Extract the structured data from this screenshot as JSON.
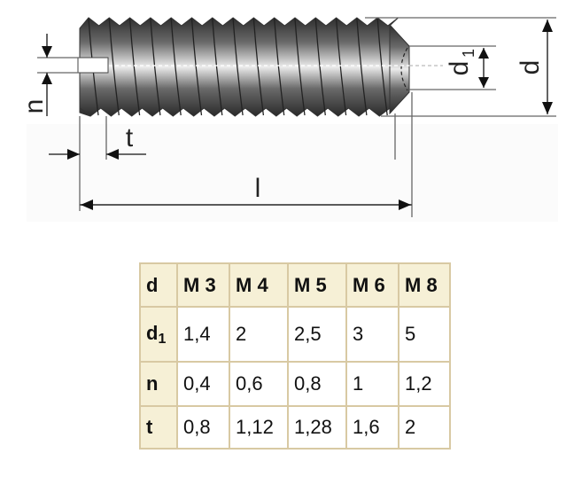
{
  "drawing": {
    "title": "Set screw with cone point (slotted) dimension drawing",
    "labels": {
      "n": "n",
      "t": "t",
      "l": "l",
      "d1_main": "d",
      "d1_sub": "1",
      "d": "d"
    },
    "colors": {
      "screw_dark": "#3a3a3a",
      "screw_mid": "#7a7a7a",
      "screw_light": "#e8e8e8",
      "dimension_line": "#666666",
      "arrow": "#111111"
    }
  },
  "table": {
    "border_color": "#d8c9a3",
    "header_bg": "#f6f0d6",
    "header": [
      "d",
      "M 3",
      "M 4",
      "M 5",
      "M 6",
      "M 8"
    ],
    "rows": [
      {
        "label_main": "d",
        "label_sub": "1",
        "values": [
          "1,4",
          "2",
          "2,5",
          "3",
          "5"
        ]
      },
      {
        "label_main": "n",
        "label_sub": "",
        "values": [
          "0,4",
          "0,6",
          "0,8",
          "1",
          "1,2"
        ]
      },
      {
        "label_main": "t",
        "label_sub": "",
        "values": [
          "0,8",
          "1,12",
          "1,28",
          "1,6",
          "2"
        ]
      }
    ]
  }
}
